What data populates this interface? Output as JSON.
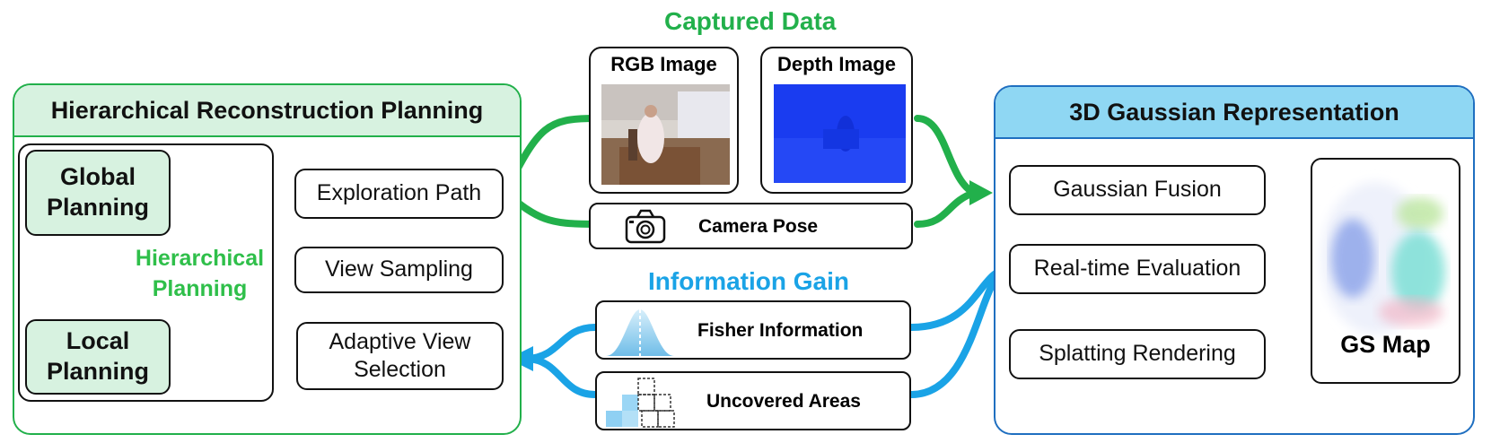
{
  "captured_data": {
    "title": "Captured Data",
    "rgb_label": "RGB Image",
    "depth_label": "Depth Image",
    "pose_label": "Camera Pose",
    "title_color": "#22b04b"
  },
  "information_gain": {
    "title": "Information Gain",
    "fisher_label": "Fisher Information",
    "uncovered_label": "Uncovered Areas",
    "title_color": "#1aa3e6"
  },
  "hierarchical_panel": {
    "title": "Hierarchical Reconstruction Planning",
    "global_planning": "Global Planning",
    "local_planning": "Local Planning",
    "hierarchical_planning": "Hierarchical Planning",
    "exploration_path": "Exploration Path",
    "view_sampling": "View Sampling",
    "adaptive_view_selection": "Adaptive View Selection",
    "border_color": "#22b04b",
    "header_color": "#d7f2e0"
  },
  "gaussian_panel": {
    "title": "3D Gaussian Representation",
    "gaussian_fusion": "Gaussian Fusion",
    "realtime_evaluation": "Real-time Evaluation",
    "splatting_rendering": "Splatting Rendering",
    "gs_map": "GS Map",
    "border_color": "#1f6fc0",
    "header_color": "#8fd7f3"
  },
  "icons": {
    "camera": "camera-icon",
    "gaussian_curve": "gaussian-curve-icon",
    "cubes": "cubes-icon"
  }
}
